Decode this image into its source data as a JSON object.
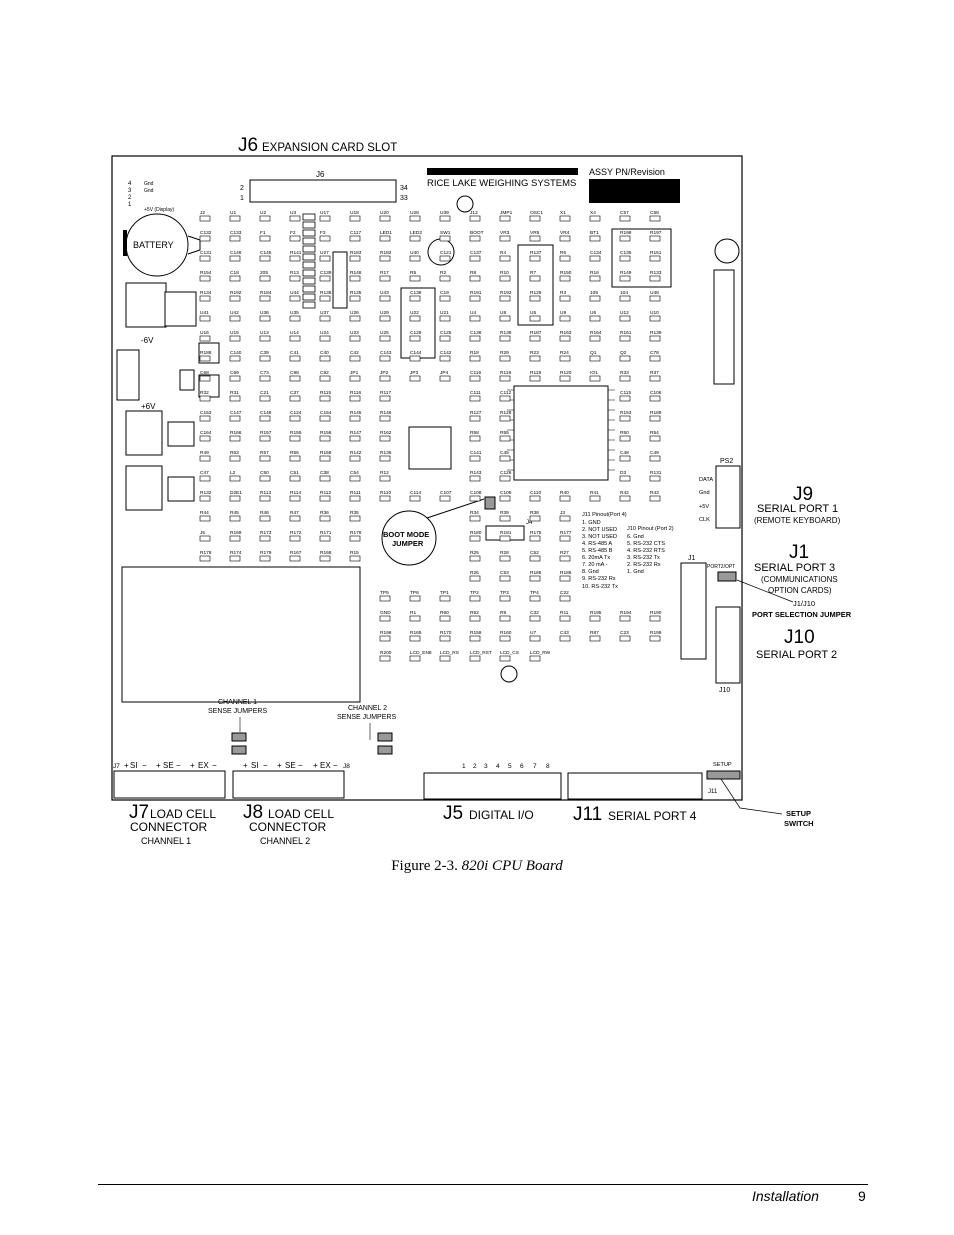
{
  "board": {
    "brand": "RICE LAKE WEIGHING SYSTEMS",
    "assy": "ASSY PN/Revision",
    "battery": "BATTERY",
    "boot_mode": [
      "BOOT MODE",
      "JUMPER"
    ],
    "setup": "SETUP",
    "j6_conn": "J6",
    "pin_top": [
      "2",
      "34"
    ],
    "pin_bot": [
      "1",
      "33"
    ],
    "ch1_sense": [
      "CHANNEL 1",
      "SENSE JUMPERS"
    ],
    "ch2_sense": [
      "CHANNEL 2",
      "SENSE JUMPERS"
    ],
    "j11_pinout_title": "J11 Pinout(Port 4)",
    "j11_pinout": [
      "1. GND",
      "2. NOT USED",
      "3. NOT USED",
      "4. RS-485 A",
      "5. RS-485 B",
      "6. 20mA Tx",
      "7. 20 mA -",
      "8. Gnd",
      "9. RS-232 Rx",
      "10. RS-232 Tx"
    ],
    "j10_pinout_title": "J10 Pinout (Port 2)",
    "j10_pinout": [
      "6. Gnd",
      "5. RS-232 CTS",
      "4. RS-232 RTS",
      "3. RS-232 Tx",
      "2. RS-232 Rx",
      "1. Gnd"
    ],
    "j9_pins": [
      "DATA",
      "Gnd",
      "+5V",
      "CLK"
    ],
    "battery_pins": [
      "4",
      "3",
      "2",
      "1"
    ],
    "battery_pin_labels": [
      "Gnd",
      "Gnd",
      "+5V (Display)"
    ],
    "load_cell_pins": [
      "+",
      "SI",
      "−",
      "+",
      "SE",
      "−",
      "+",
      "EX",
      "−"
    ],
    "j5_pin_numbers": [
      "1",
      "2",
      "3",
      "4",
      "5",
      "6",
      "7",
      "8"
    ],
    "j7_small": "J7",
    "j8_small": "J8",
    "j10_small": "J10",
    "j11_small": "J11",
    "j1_small": "J1",
    "j4_small": "J4",
    "ps2": "PS2",
    "port2opt": "PORT2/OPT",
    "minus6v": "-6V",
    "plus6v": "+6V",
    "components": [
      "J2",
      "U1",
      "U2",
      "U3",
      "U17",
      "U18",
      "U20",
      "U28",
      "U39",
      "J12",
      "JMP1",
      "OSC1",
      "X1",
      "X4",
      "C57",
      "C58",
      "C132",
      "C133",
      "F1",
      "F2",
      "F3",
      "C117",
      "LED1",
      "LED2",
      "SW1",
      "BOOT",
      "VR3",
      "VR5",
      "VR4",
      "BT1",
      "R198",
      "R197",
      "C131",
      "C146",
      "C145",
      "R141",
      "U27",
      "R183",
      "R182",
      "U40",
      "C121",
      "C137",
      "R4",
      "R137",
      "R6",
      "C134",
      "C135",
      "R151",
      "R154",
      "C18",
      "205",
      "R13",
      "C139",
      "R148",
      "R17",
      "R5",
      "R2",
      "R8",
      "R10",
      "R7",
      "R150",
      "R16",
      "R149",
      "R133",
      "R134",
      "R192",
      "R184",
      "U44",
      "R138",
      "R135",
      "U43",
      "C138",
      "C19",
      "R191",
      "R193",
      "R129",
      "R3",
      "105",
      "104",
      "U48",
      "U41",
      "U42",
      "U36",
      "U35",
      "U37",
      "U26",
      "U29",
      "U22",
      "U21",
      "U4",
      "U8",
      "U5",
      "U9",
      "U6",
      "U12",
      "U10",
      "U16",
      "U15",
      "U13",
      "U14",
      "U24",
      "U23",
      "U25",
      "C128",
      "C125",
      "C136",
      "R138",
      "R187",
      "R163",
      "R164",
      "R161",
      "R139",
      "R188",
      "C140",
      "C39",
      "C41",
      "C40",
      "C42",
      "C143",
      "C144",
      "C142",
      "R18",
      "R29",
      "R23",
      "R24",
      "Q1",
      "Q2",
      "C78",
      "C68",
      "C69",
      "C73",
      "C98",
      "C92",
      "JP1",
      "JP2",
      "JP3",
      "JP4",
      "C116",
      "R118",
      "R119",
      "R120",
      "IO1",
      "R33",
      "R37",
      "R32",
      "R31",
      "C21",
      "C37",
      "R115",
      "R116",
      "R117",
      "C111",
      "C112",
      "C115",
      "C106",
      "C153",
      "C147",
      "C148",
      "C124",
      "C154",
      "R145",
      "R146",
      "R127",
      "R128",
      "R153",
      "R189",
      "C164",
      "R166",
      "R157",
      "R155",
      "R156",
      "R147",
      "R162",
      "R58",
      "R55",
      "R50",
      "R54",
      "R49",
      "R53",
      "R57",
      "R56",
      "R158",
      "R142",
      "R136",
      "C141",
      "C45",
      "C48",
      "C49",
      "C47",
      "L2",
      "C50",
      "C51",
      "C38",
      "C54",
      "R12",
      "R143",
      "C126",
      "D3",
      "R131",
      "R132",
      "D2E1",
      "R113",
      "R114",
      "R112",
      "R111",
      "R110",
      "C114",
      "C107",
      "C108",
      "C109",
      "C110",
      "R40",
      "R41",
      "R42",
      "R43",
      "R44",
      "R45",
      "R46",
      "R47",
      "R36",
      "R35",
      "R34",
      "R39",
      "R38",
      "J3",
      "J5",
      "R169",
      "R173",
      "R172",
      "R171",
      "R176",
      "R180",
      "R181",
      "R175",
      "R177",
      "R178",
      "R174",
      "R179",
      "R167",
      "R168",
      "R15",
      "R25",
      "R28",
      "C52",
      "R27",
      "R26",
      "C53",
      "R185",
      "R186",
      "TP5",
      "TP6",
      "TP1",
      "TP2",
      "TP3",
      "TP4",
      "C22",
      "GND",
      "R1",
      "R60",
      "R52",
      "R9",
      "C32",
      "R11",
      "R195",
      "R194",
      "R190",
      "R196",
      "R165",
      "R170",
      "R159",
      "R160",
      "U7",
      "C43",
      "R87",
      "C23",
      "R199",
      "R200",
      "LCD_EN8",
      "LCD_RS",
      "LCD_RST",
      "LCD_CS",
      "LCD_RW"
    ]
  },
  "callouts": {
    "j6_code": "J6",
    "j6_text": "EXPANSION CARD SLOT",
    "j9_code": "J9",
    "j9_line1": "SERIAL PORT 1",
    "j9_line2": "(REMOTE KEYBOARD)",
    "j1_code": "J1",
    "j1_line1": "SERIAL PORT 3",
    "j1_line2": "(COMMUNICATIONS",
    "j1_line3": "OPTION CARDS)",
    "j1j10_line1": "J1/J10",
    "j1j10_line2": "PORT SELECTION JUMPER",
    "j10_code": "J10",
    "j10_line1": "SERIAL PORT 2",
    "j7_code": "J7",
    "j7_text": "LOAD CELL",
    "j7_line2": "CONNECTOR",
    "j7_line3": "CHANNEL 1",
    "j8_code": "J8",
    "j8_text": "LOAD CELL",
    "j8_line2": "CONNECTOR",
    "j8_line3": "CHANNEL 2",
    "j5_code": "J5",
    "j5_text": "DIGITAL I/O",
    "j11_code": "J11",
    "j11_text": "SERIAL PORT 4",
    "setup_line1": "SETUP",
    "setup_line2": "SWITCH"
  },
  "caption": {
    "prefix": "Figure 2-3.",
    "title": "820i CPU Board"
  },
  "footer": {
    "section": "Installation",
    "page": "9"
  }
}
